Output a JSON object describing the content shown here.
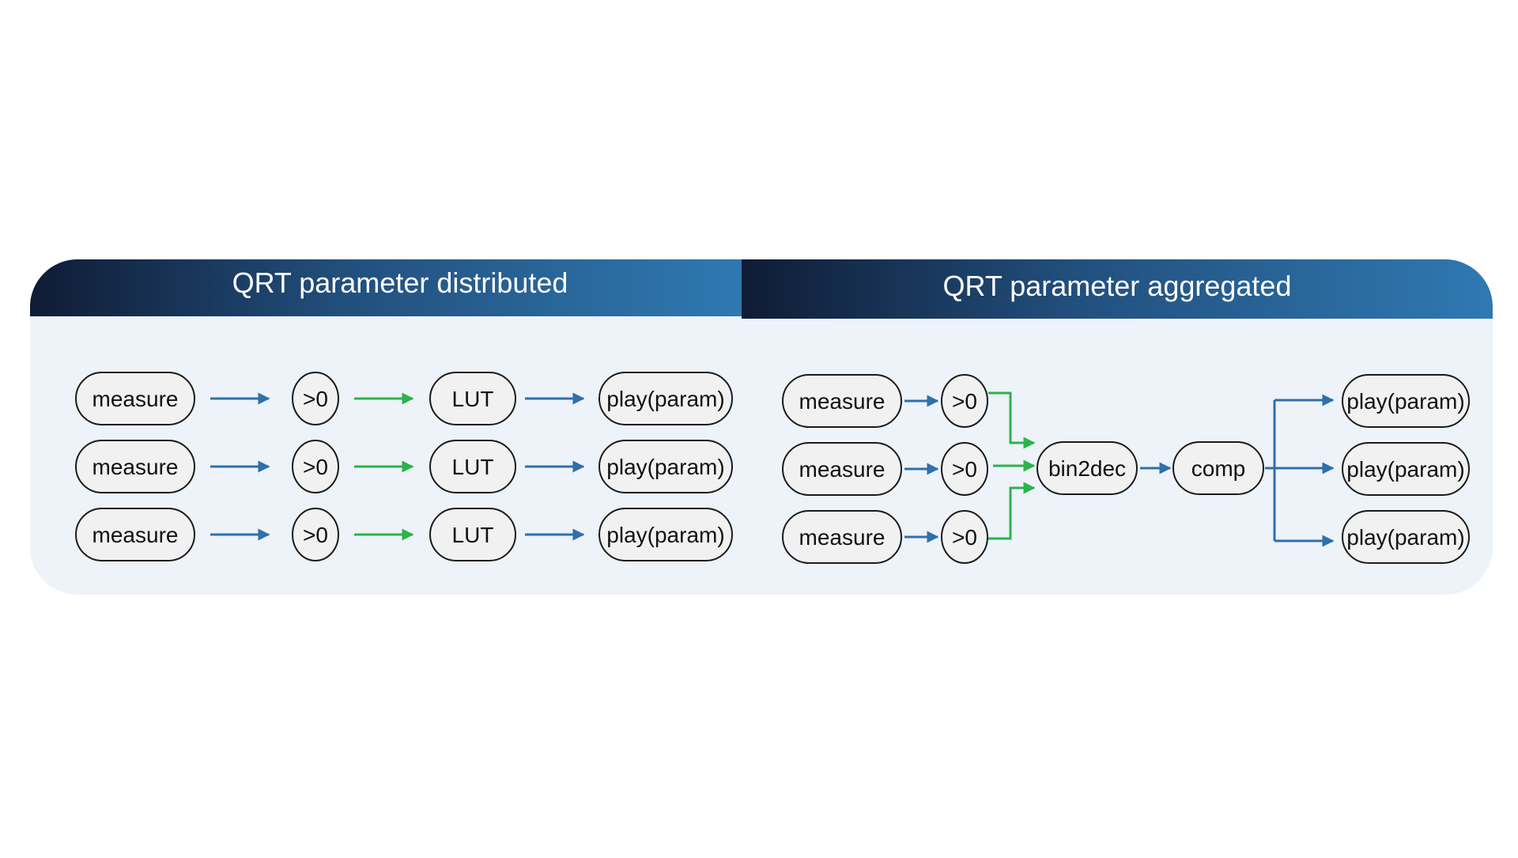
{
  "panels": {
    "distributed": {
      "title": "QRT parameter distributed"
    },
    "aggregated": {
      "title": "QRT parameter aggregated"
    }
  },
  "nodes": {
    "measure": "measure",
    "threshold": ">0",
    "lut": "LUT",
    "play": "play(param)",
    "bin2dec": "bin2dec",
    "comp": "comp"
  },
  "colors": {
    "panel_bg": "#edf3f9",
    "header_dark": "#0f1b35",
    "header_light": "#2f79b2",
    "arrow_blue": "#2f6fab",
    "arrow_green": "#2cb34a",
    "node_fill": "#f1f1f1",
    "node_stroke": "#1a1a1a"
  }
}
